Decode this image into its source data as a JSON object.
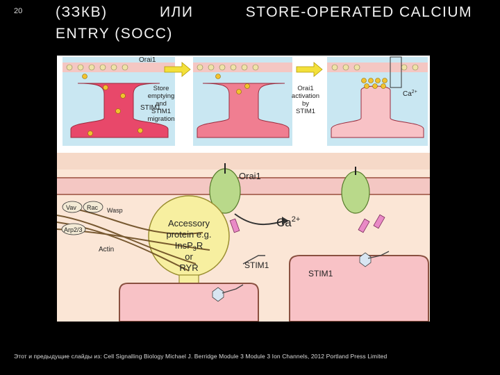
{
  "slide": {
    "number": "20"
  },
  "title": {
    "line1_a": "(ЗЗКВ)",
    "line1_b": "ИЛИ",
    "line1_c": "STORE-OPERATED  CALCIUM",
    "line2": "ENTRY (SOCC)"
  },
  "figure": {
    "top_panels": {
      "orai_label": "Orai1",
      "stim_label": "STIM1",
      "step1_caption": [
        "Store",
        "emptying",
        "and",
        "STIM1",
        "migration"
      ],
      "step2_caption": [
        "Orai1",
        "activation",
        "by",
        "STIM1"
      ],
      "ca_label": "Ca",
      "ca_sup": "2+"
    },
    "bottom_panel": {
      "orai_label": "Orai1",
      "ca_label": "Ca",
      "ca_sup": "2+",
      "accessory_lines": [
        "Accessory",
        "protein e.g.",
        "InsP",
        "R",
        "or",
        "RYR"
      ],
      "insp_sub": "3",
      "stim_label_1": "STIM1",
      "stim_label_2": "STIM1",
      "vav": "Vav",
      "rac": "Rac",
      "wasp": "Wasp",
      "arp": "Arp2/3",
      "actin": "Actin"
    },
    "colors": {
      "membrane": "#f4c7c3",
      "er": "#e8486a",
      "er_light": "#f8c2c6",
      "orai": "#b9d98a",
      "ca": "#f2c230",
      "arrow": "#f3e03a"
    }
  },
  "footer": {
    "text": "Этот и предыдущие слайды из: Cell Signalling Biology Michael J. Berridge  Module 3  Module 3 Ion Channels, 2012 Portland Press Limited"
  }
}
